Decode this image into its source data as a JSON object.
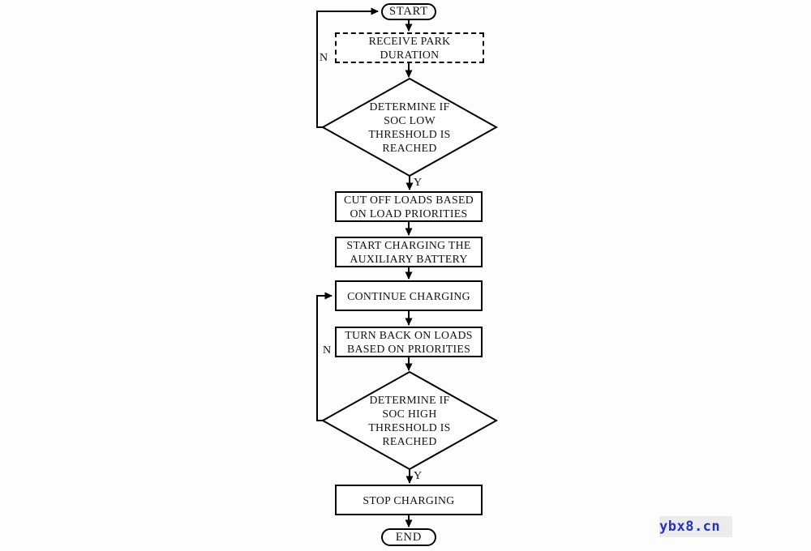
{
  "diagram": {
    "title_hint": "auxiliary battery charging flowchart",
    "nodes": {
      "start": {
        "label": "START",
        "shape": "stadium"
      },
      "receive_park_duration": {
        "line1": "RECEIVE PARK",
        "line2": "DURATION",
        "shape": "dashed-rectangle"
      },
      "soc_low_decision": {
        "line1": "DETERMINE IF",
        "line2": "SOC LOW",
        "line3": "THRESHOLD IS",
        "line4": "REACHED",
        "shape": "diamond"
      },
      "cut_off_loads": {
        "line1": "CUT OFF LOADS BASED",
        "line2": "ON LOAD PRIORITIES",
        "shape": "rectangle"
      },
      "start_charging": {
        "line1": "START CHARGING THE",
        "line2": "AUXILIARY BATTERY",
        "shape": "rectangle"
      },
      "continue_charging": {
        "line1": "CONTINUE CHARGING",
        "shape": "rectangle"
      },
      "turn_back_loads": {
        "line1": "TURN BACK ON LOADS",
        "line2": "BASED ON PRIORITIES",
        "shape": "rectangle"
      },
      "soc_high_decision": {
        "line1": "DETERMINE IF",
        "line2": "SOC HIGH",
        "line3": "THRESHOLD IS",
        "line4": "REACHED",
        "shape": "diamond"
      },
      "stop_charging": {
        "line1": "STOP CHARGING",
        "shape": "rectangle"
      },
      "end": {
        "label": "END",
        "shape": "stadium"
      }
    },
    "edge_labels": {
      "soc_low_no": "N",
      "soc_low_yes": "Y",
      "soc_high_no": "N",
      "soc_high_yes": "Y"
    },
    "colors": {
      "line": "#000000",
      "text": "#111111",
      "background": "#fdfdfd"
    }
  },
  "watermark": {
    "text": "ybx8.cn",
    "color": "#2433c0",
    "background": "#ebebeb"
  }
}
